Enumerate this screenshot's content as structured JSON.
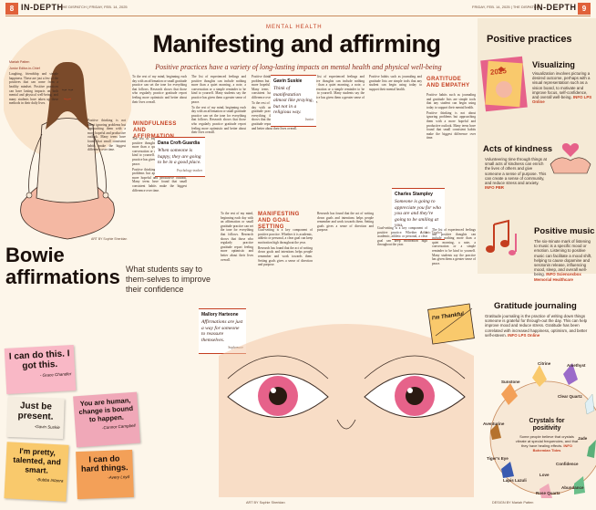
{
  "masthead": {
    "left_page": "8",
    "right_page": "9",
    "section": "IN-DEPTH",
    "left_meta": "THE DISPATCH | FRIDAY, FEB. 14, 2025",
    "right_meta": "FRIDAY, FEB. 14, 2025 | THE DISPATCH"
  },
  "story": {
    "kicker": "MENTAL HEALTH",
    "headline": "Manifesting and affirming",
    "deck": "Positive practices have a variety of long-lasting impacts on mental health and physical well-being",
    "byline": "Mariah Patten",
    "byline_role": "Junior Editor-in-Chief",
    "intro": "Laughing, friendship and simple happiness. These are just a few of the positives that can come from a healthy mindset. Positive practices can have lasting impacts on both mental and physical well-being, and many students have taken up these methods in their daily lives.",
    "col2": "To the rest of my mind, beginning each day with an affirmation or small gratitude practice can set the tone for everything that follows. Research shows that those who regularly practice gratitude report feeling more optimistic and better about their lives overall.",
    "col3": "The list of experienced feelings and positive thoughts can include nothing more than a quiet morning, a note, a conversation or a simple reminder to be kind to yourself. Many students say the practice has given them a greater sense of peace.",
    "col4": "Positive thinking is not about ignoring problems but approaching them with a more hopeful and productive outlook. Many teens have found that small consistent habits make the biggest difference over time.",
    "body_lower": "Research has found that the act of writing down goals and intentions helps people remember and work towards them. Setting goals gives a sense of direction and purpose.",
    "body_goal": "Goal-setting is a key component of positive practice. Whether it is academic, athletic or personal, a clear goal can keep motivation high throughout the year.",
    "body_right": "Positive habits such as journaling and gratitude lists are simple tools that any student can begin using today to support their mental health."
  },
  "subheads": {
    "mindfulness": "MINDFULNESS AND AFFIRMATION",
    "manifesting": "MANIFESTING AND GOAL SETTING",
    "gratitude_empathy": "GRATITUDE AND EMPATHY"
  },
  "quotes": [
    {
      "who": "Dana Croft-Guardia",
      "text": "When someone is happy, they are going to be in a good place.",
      "role": "Psychology teacher"
    },
    {
      "who": "Gavin Suskie",
      "text": "Think of manifestation almost like praying, but not in a religious way.",
      "role": "Junior"
    },
    {
      "who": "Charles Stampley",
      "text": "Someone is going to appreciate you for who you are and they're going to be smiling at you.",
      "role": "Athletic Teacher"
    },
    {
      "who": "Mallory Harteone",
      "text": "Affirmations are just a way for someone to reassure themselves.",
      "role": "Sophomore"
    }
  ],
  "bowie": {
    "title_line1": "Bowie",
    "title_line2": "affirmations",
    "subtitle": "What students say to them-selves to improve their confidence"
  },
  "stickies": [
    {
      "text": "I can do this. I got this.",
      "who": "- Grace Chandler",
      "color": "#f9b8c6"
    },
    {
      "text": "Just be present.",
      "who": "-Gavin Suskie",
      "color": "#f5ede0"
    },
    {
      "text": "You are human, change is bound to happen.",
      "who": "-Connor Campbell",
      "color": "#f0a8b8"
    },
    {
      "text": "I'm pretty, talented, and smart.",
      "who": "-Bubba Intanra",
      "color": "#f9c96c"
    },
    {
      "text": "I can do hard things.",
      "who": "-Avery Loyd",
      "color": "#f3a058"
    }
  ],
  "sidebar": {
    "title": "Positive practices",
    "year": "2025",
    "visualizing_title": "Visualizing",
    "visualizing_text": "Visualization involves picturing a desired outcome, perhaps with a visual representation such as a vision board, to motivate and improve focus, self-confidence, and overall well-being.",
    "visualizing_info": "INFO LPS Online",
    "kindness_title": "Acts of kindness",
    "kindness_text": "Volunteering time through things at small acts of kindness can enrich the lives of others and give someone a sense of purpose. This can create a sense of community, and reduce stress and anxiety.",
    "kindness_info": "INFO PBR",
    "music_title": "Positive music",
    "music_text": "The six-minute mark of listening to music is a specific mood or emotion. Listening to positive music can facilitate a mood shift, helping to cause dopamine and serotonin release, influencing mood, sleep, and overall well-being.",
    "music_info": "INFO Sciencexbox Memorial Healthcare",
    "gratitude_title": "Gratitude journaling",
    "gratitude_text": "Gratitude journaling is the practice of writing down things someone is grateful for through-out the day. This can help improve mood and reduce stress. Gratitude has been correlated with increased happiness, optimism, and better self-esteem.",
    "gratitude_info": "INFO LPS Online",
    "journal_text": "I'm Thankful"
  },
  "crystals": {
    "center_title": "Crystals for positivity",
    "center_text": "Some people believe that crystals vibrate at special frequencies, and that they have healing effects.",
    "center_info": "INFO Bohemian Tides",
    "labels": [
      "Sunstone",
      "Citrine",
      "Amethyst",
      "Clear Quartz",
      "Jade",
      "Aventurine",
      "Lapis Lazuli",
      "Love",
      "Rose Quartz",
      "Tiger's Eye",
      "Abundance",
      "Confidence"
    ]
  },
  "credits": {
    "lead_art": "ART BY Sophie Sheridan",
    "quote_art": "DESIGN BY Mariah Patten",
    "footer_left": "ART BY Sophie Sheridan",
    "footer_right": "DESIGN BY Mariah Patten"
  }
}
